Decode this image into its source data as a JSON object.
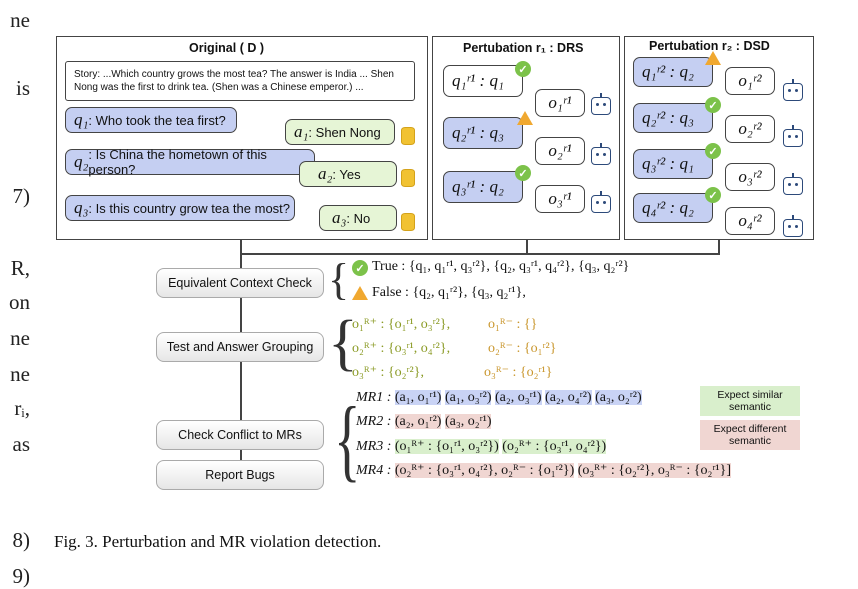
{
  "left_fragments": [
    "ne",
    "is",
    "7)",
    "R,",
    "on",
    "ne",
    "ne",
    "rᵢ,",
    "as",
    "8)",
    "9)"
  ],
  "panel_original": {
    "title": "Original ( D )",
    "story": "Story: ...Which country grows the most tea? The answer is India ... Shen Nong was the first to drink tea. (Shen was a Chinese emperor.) ...",
    "q1": {
      "label": "q₁",
      "text": " : Who took the tea first?"
    },
    "a1": {
      "label": "a₁",
      "text": " : Shen Nong"
    },
    "q2": {
      "label": "q₂",
      "text": " : Is China the hometown of this person?"
    },
    "a2": {
      "label": "a₂",
      "text": " : Yes"
    },
    "q3": {
      "label": "q₃",
      "text": " : Is this country grow tea the most?"
    },
    "a3": {
      "label": "a₃",
      "text": " : No"
    }
  },
  "panel_drs": {
    "title": "Pertubation r₁ : DRS",
    "questions": [
      "q₁ʳ¹ : q₁",
      "q₂ʳ¹ : q₃",
      "q₃ʳ¹ : q₂"
    ],
    "outputs": [
      "o₁ʳ¹",
      "o₂ʳ¹",
      "o₃ʳ¹"
    ]
  },
  "panel_dsd": {
    "title": "Pertubation r₂ : DSD",
    "questions": [
      "q₁ʳ² : q₂",
      "q₂ʳ² : q₃",
      "q₃ʳ² : q₁",
      "q₄ʳ² : q₂"
    ],
    "outputs": [
      "o₁ʳ²",
      "o₂ʳ²",
      "o₃ʳ²",
      "o₄ʳ²"
    ]
  },
  "steps": [
    "Equivalent Context Check",
    "Test and Answer Grouping",
    "Check Conflict to MRs",
    "Report Bugs"
  ],
  "context_check": {
    "true_text": "True : {q₁, q₁ʳ¹, q₃ʳ²}, {q₂, q₃ʳ¹, q₄ʳ²}, {q₃, q₂ʳ²}",
    "false_text": "False : {q₂, q₁ʳ²}, {q₃, q₂ʳ¹},"
  },
  "grouping": [
    {
      "plus": "o₁ᴿ⁺ : {o₁ʳ¹, o₃ʳ²},",
      "minus": "o₁ᴿ⁻ : {}"
    },
    {
      "plus": "o₂ᴿ⁺ : {o₃ʳ¹, o₄ʳ²},",
      "minus": "o₂ᴿ⁻ : {o₁ʳ²}"
    },
    {
      "plus": "o₃ᴿ⁺ : {o₂ʳ²},",
      "minus": "o₃ᴿ⁻ : {o₂ʳ¹}"
    }
  ],
  "mrs": [
    {
      "label": "MR1 :",
      "parts": [
        "(a₁, o₁ʳ¹)",
        "(a₁, o₃ʳ²)",
        "(a₂, o₃ʳ¹)",
        "(a₂, o₄ʳ²)",
        "(a₃, o₂ʳ²)"
      ]
    },
    {
      "label": "MR2 :",
      "parts": [
        "(a₂, o₁ʳ²)",
        "(a₃, o₂ʳ¹)"
      ]
    },
    {
      "label": "MR3 :",
      "parts": [
        "(o₁ᴿ⁺ : {o₁ʳ¹, o₃ʳ²})",
        "(o₂ᴿ⁺ : {o₃ʳ¹, o₄ʳ²})"
      ]
    },
    {
      "label": "MR4 :",
      "parts": [
        "(o₂ᴿ⁺ : {o₃ʳ¹, o₄ʳ²}, o₂ᴿ⁻ : {o₁ʳ²})",
        "(o₃ᴿ⁺ : {o₂ʳ²}, o₃ᴿ⁻ : {o₂ʳ¹}]"
      ]
    }
  ],
  "legend": {
    "similar": "Expect similar semantic",
    "different": "Expect different semantic"
  },
  "caption": "Fig. 3.  Perturbation and MR violation detection.",
  "colors": {
    "question_blue": "#c5cff2",
    "answer_green": "#e6f5d6",
    "similar_green": "#d9efcc",
    "different_red": "#f0d6d2"
  }
}
